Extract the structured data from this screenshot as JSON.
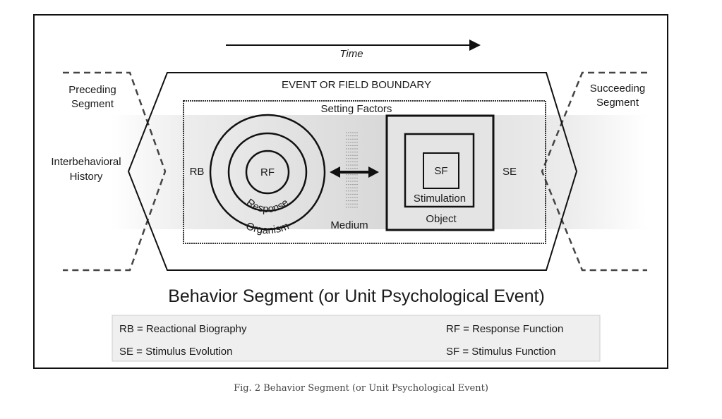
{
  "diagram": {
    "time_label": "Time",
    "event_boundary_label": "EVENT OR FIELD BOUNDARY",
    "setting_factors_label": "Setting Factors",
    "preceding_segment": [
      "Preceding",
      "Segment"
    ],
    "succeeding_segment": [
      "Succeeding",
      "Segment"
    ],
    "interbehavioral_history": [
      "Interbehavioral",
      "History"
    ],
    "rb_label": "RB",
    "se_label": "SE",
    "rf_label": "RF",
    "response_label": "Response",
    "organism_label": "Organism",
    "medium_label": "Medium",
    "sf_label": "SF",
    "stimulation_label": "Stimulation",
    "object_label": "Object",
    "main_title": "Behavior Segment (or Unit Psychological Event)",
    "legend": [
      {
        "abbr": "RB",
        "text": "RB  = Reactional Biography"
      },
      {
        "abbr": "RF",
        "text": "RF = Response Function"
      },
      {
        "abbr": "SE",
        "text": "SE = Stimulus Evolution"
      },
      {
        "abbr": "SF",
        "text": "SF = Stimulus Function"
      }
    ]
  },
  "caption": "Fig. 2 Behavior Segment (or Unit Psychological Event)",
  "colors": {
    "stroke": "#111111",
    "dashed": "#444444",
    "band": "#e6e6e6",
    "legend_bg": "#efefef"
  }
}
